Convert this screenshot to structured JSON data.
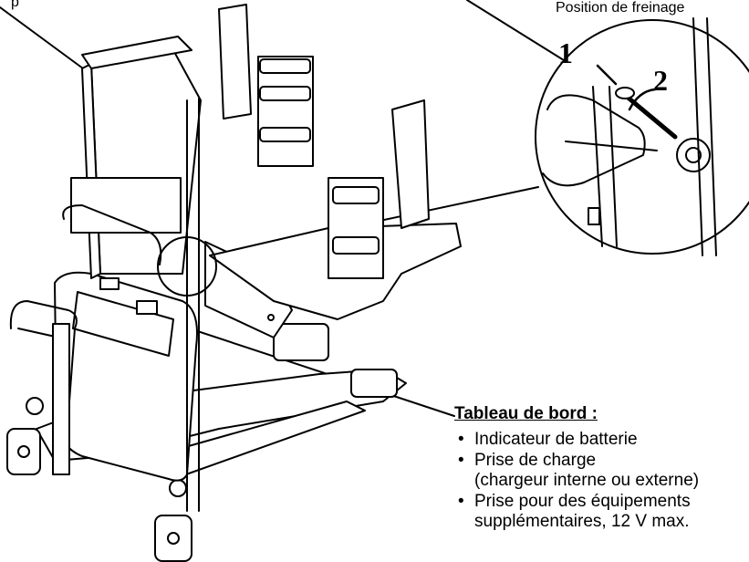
{
  "labels": {
    "top_left": "p",
    "brake_position": "Position de freinage",
    "step_1": "1",
    "step_2": "2"
  },
  "dashboard": {
    "title": "Tableau de bord :",
    "items": [
      {
        "text": "Indicateur de batterie",
        "sub": ""
      },
      {
        "text": "Prise de charge",
        "sub": "(chargeur interne ou externe)"
      },
      {
        "text": "Prise pour des équipements",
        "sub": "supplémentaires, 12 V max."
      }
    ]
  },
  "icons": [
    "lifter-frame-illustration",
    "brake-detail-magnifier",
    "leader-line"
  ]
}
